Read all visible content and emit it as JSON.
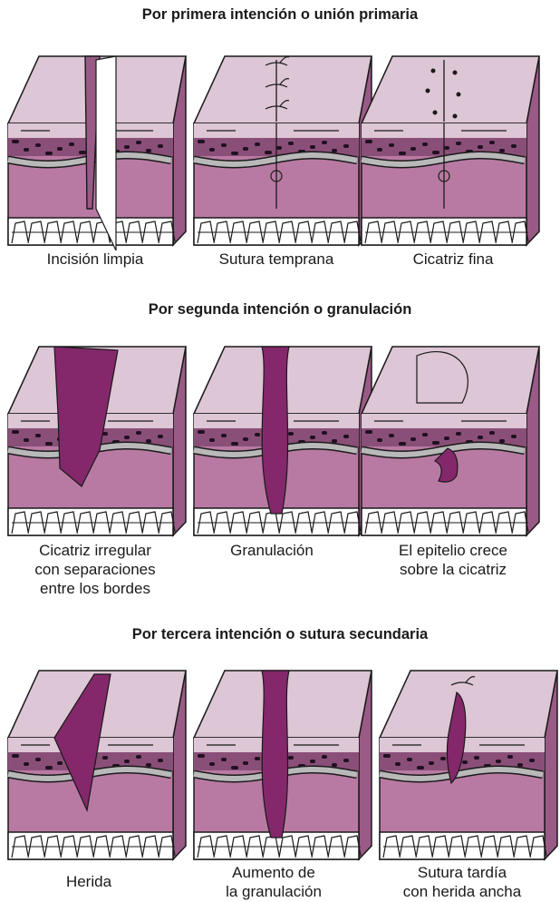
{
  "sections": [
    {
      "title": "Por primera intención o unión primaria",
      "panels": [
        {
          "caption": [
            "Incisión limpia"
          ],
          "variant": "clean-incision"
        },
        {
          "caption": [
            "Sutura temprana"
          ],
          "variant": "early-suture"
        },
        {
          "caption": [
            "Cicatriz fina"
          ],
          "variant": "fine-scar"
        }
      ]
    },
    {
      "title": "Por segunda intención o granulación",
      "panels": [
        {
          "caption": [
            "Cicatriz irregular",
            "con separaciones",
            "entre los bordes"
          ],
          "variant": "irregular-gap"
        },
        {
          "caption": [
            "Granulación"
          ],
          "variant": "granulation"
        },
        {
          "caption": [
            "El epitelio crece",
            "sobre la cicatriz"
          ],
          "variant": "epithelium-grows"
        }
      ]
    },
    {
      "title": "Por tercera intención o sutura secundaria",
      "panels": [
        {
          "caption": [
            "Herida"
          ],
          "variant": "wound"
        },
        {
          "caption": [
            "Aumento de",
            "la granulación"
          ],
          "variant": "increased-granulation"
        },
        {
          "caption": [
            "Sutura tardía",
            "con herida ancha"
          ],
          "variant": "late-suture"
        }
      ]
    }
  ],
  "colors": {
    "epidermis_top": "#ddc6d5",
    "dermis_front": "#b87aa3",
    "side_face": "#9a5a86",
    "wound_fill": "#84286b",
    "membrane": "#b9b9b9",
    "outline": "#1a1a1a"
  }
}
